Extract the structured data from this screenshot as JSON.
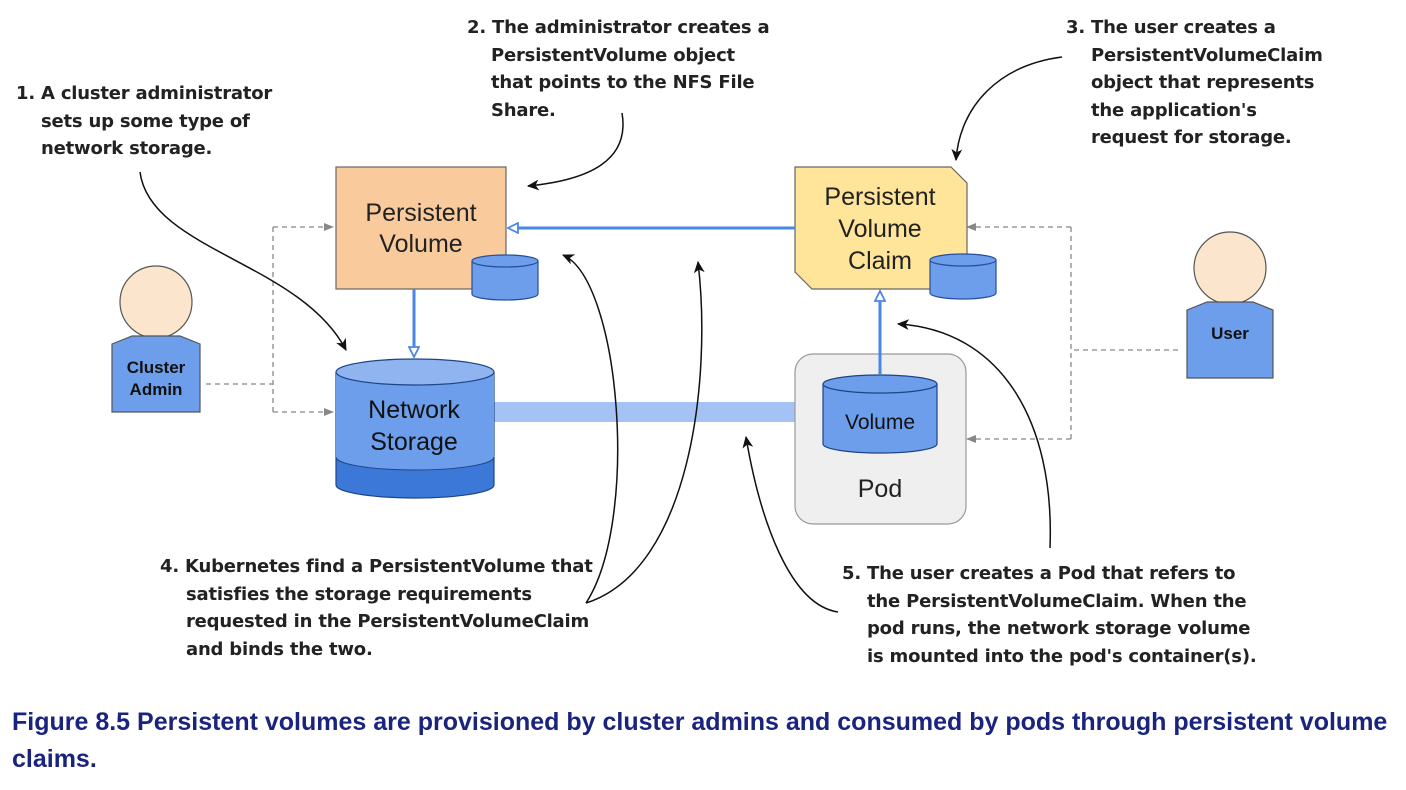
{
  "notes": {
    "admin_setup": [
      "1. A cluster administrator",
      "sets up some type of",
      "network storage."
    ],
    "pv_create": [
      "2. The administrator creates a",
      "PersistentVolume object",
      "that points to the NFS File",
      "Share."
    ],
    "pvc_create": [
      "3. The user creates a",
      "PersistentVolumeClaim",
      "object that represents",
      "the application's",
      "request for storage."
    ],
    "binding": [
      "4. Kubernetes find a PersistentVolume that",
      "satisfies the storage requirements",
      "requested in the PersistentVolumeClaim",
      "and binds the two."
    ],
    "pod_create": [
      "5. The user creates a Pod that refers to",
      "the PersistentVolumeClaim. When the",
      "pod runs, the network storage volume",
      "is mounted into the pod's container(s)."
    ]
  },
  "nodes": {
    "persistent_volume": [
      "Persistent",
      "Volume"
    ],
    "persistent_volume_claim": [
      "Persistent",
      "Volume",
      "Claim"
    ],
    "network_storage": [
      "Network",
      "Storage"
    ],
    "volume": "Volume",
    "pod": "Pod",
    "cluster_admin": [
      "Cluster",
      "Admin"
    ],
    "user": "User"
  },
  "caption": "Figure 8.5 Persistent volumes are provisioned by cluster admins and consumed by pods through persistent volume claims.",
  "colors": {
    "pv_fill": "#f9cb9c",
    "pvc_fill": "#ffe599",
    "storage_blue": "#6d9eeb",
    "storage_dark": "#3c78d8",
    "person_skin": "#fce5cd",
    "pod_fill": "#efefef",
    "connector_blue": "#4a86e8",
    "mount_band": "#a4c2f4",
    "caption": "#1a237e"
  }
}
